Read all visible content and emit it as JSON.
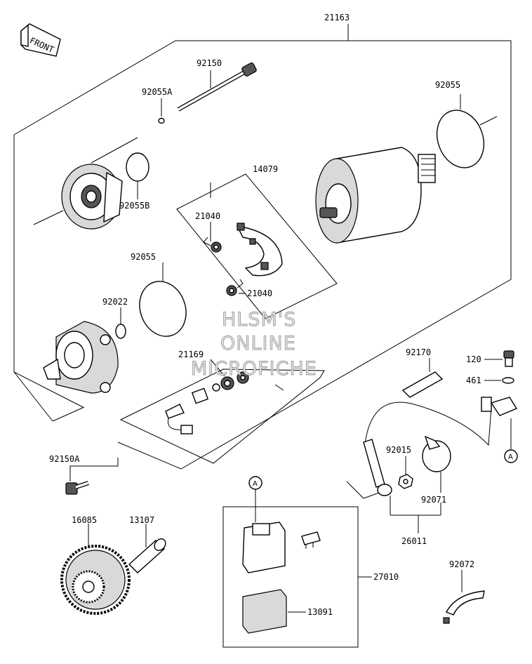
{
  "direction_badge": "FRONT",
  "part_numbers": {
    "assembly": "21163",
    "through_bolt": "92150",
    "o_ring_small": "92055A",
    "o_ring_cover": "92055B",
    "o_ring_right": "92055",
    "o_ring_left": "92055",
    "brush_holder_set": "14079",
    "brush_upper": "21040",
    "brush_lower": "21040",
    "washer_cover": "92022",
    "terminal_set": "21169",
    "cap_strip": "92170",
    "screw_120": "120",
    "washer_461": "461",
    "nut": "92015",
    "boot": "92071",
    "cable": "26011",
    "relay_assembly": "27010",
    "relay_cover": "13091",
    "bolt": "92150A",
    "idle_gear": "16085",
    "shaft": "13107",
    "band": "92072"
  },
  "callouts": {
    "relay_connector": "A",
    "cable_end": "A"
  },
  "watermark": {
    "line1": "HLSM'S",
    "line2": "ONLINE",
    "line3": "MICROFICHE"
  }
}
